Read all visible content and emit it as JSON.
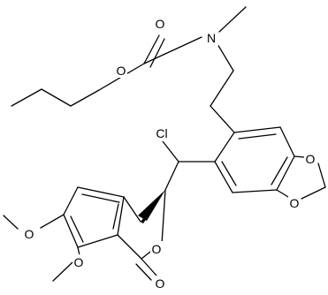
{
  "structure": {
    "atoms": {
      "carbamate_oxygen": "O",
      "ester_oxygen": "O",
      "nitrogen": "N",
      "chlorine": "Cl",
      "dioxole_oxygen_upper": "O",
      "dioxole_oxygen_lower": "O",
      "lactone_ring_oxygen": "O",
      "lactone_carbonyl_oxygen": "O",
      "methoxy_oxygen_upper": "O",
      "methoxy_oxygen_lower": "O"
    }
  },
  "colors": {
    "bond": "#000000",
    "label": "#000000",
    "background": "#ffffff"
  }
}
